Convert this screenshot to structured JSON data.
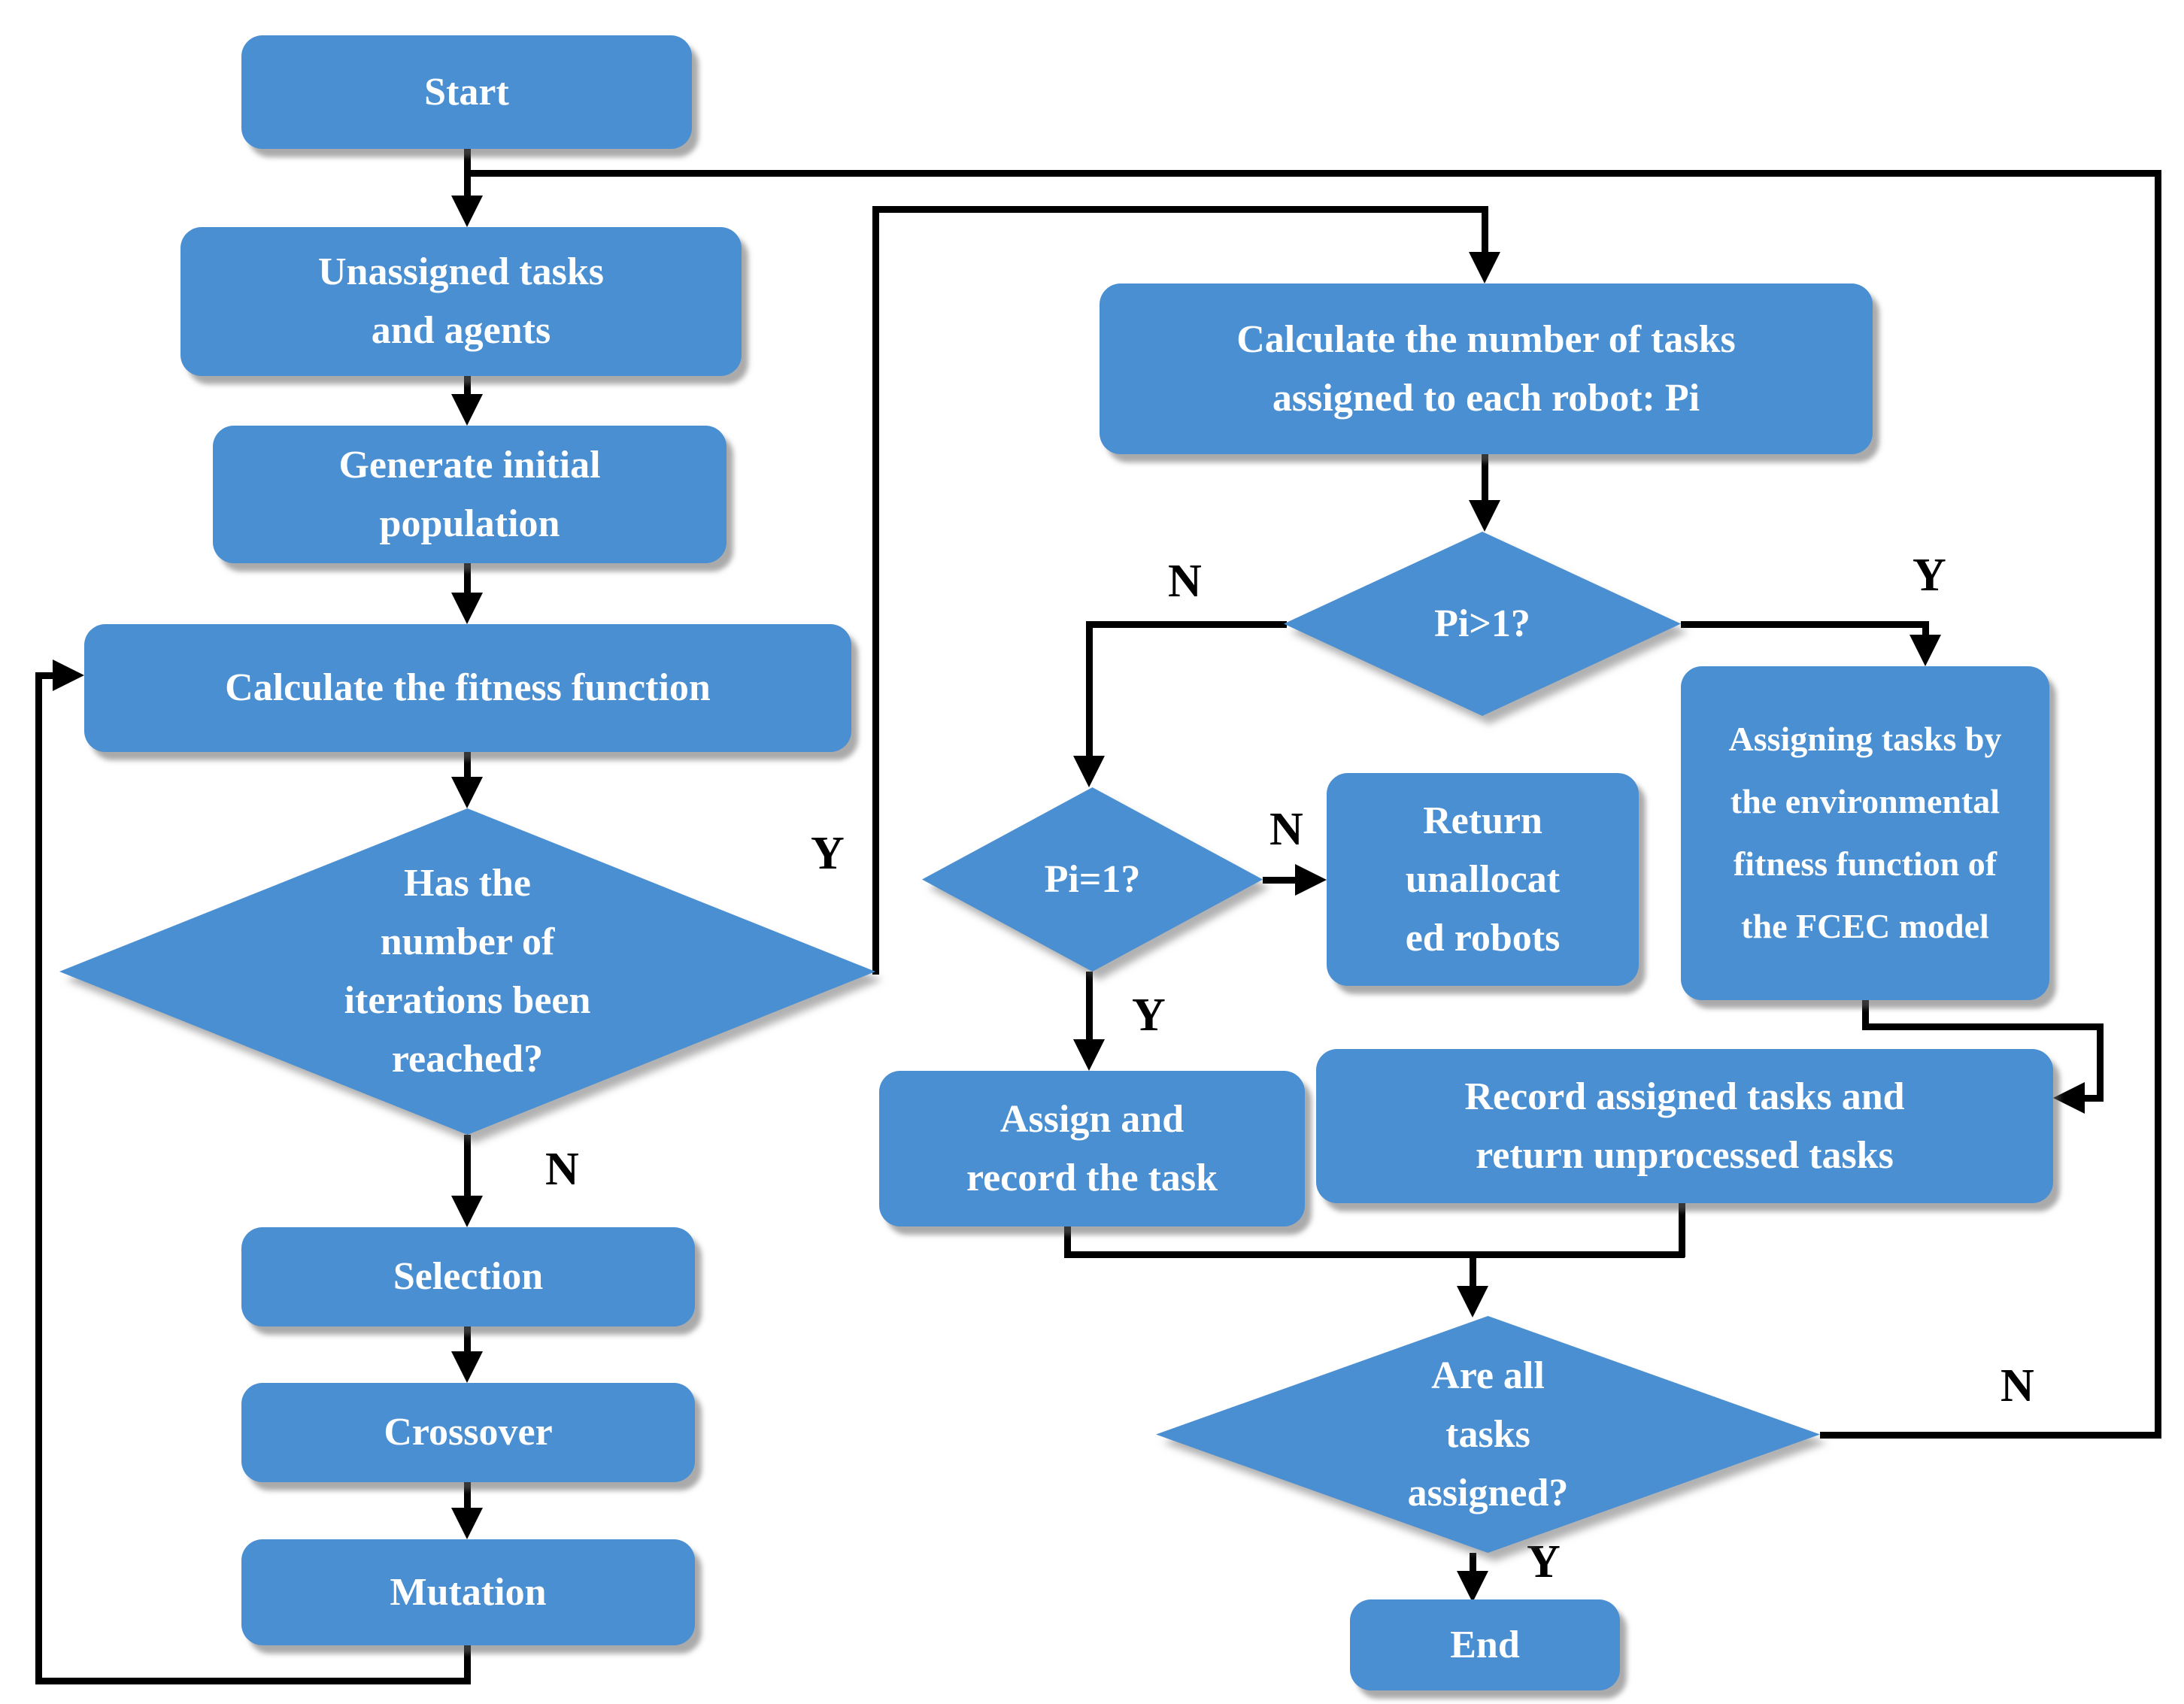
{
  "diagram": {
    "type": "flowchart",
    "colors": {
      "node_fill": "#4a8fd2",
      "node_text": "#ffffff",
      "connector": "#000000",
      "edge_label_text": "#000000",
      "background": "#ffffff"
    },
    "nodes": {
      "start": {
        "label": "Start",
        "shape": "rounded-rect"
      },
      "unassigned": {
        "label": "Unassigned tasks\nand agents",
        "shape": "rounded-rect"
      },
      "generate": {
        "label": "Generate initial\npopulation",
        "shape": "rounded-rect"
      },
      "calc_fitness": {
        "label": "Calculate the fitness function",
        "shape": "rounded-rect"
      },
      "iter_check": {
        "label": "Has the\nnumber of\niterations been\nreached?",
        "shape": "diamond"
      },
      "selection": {
        "label": "Selection",
        "shape": "rounded-rect"
      },
      "crossover": {
        "label": "Crossover",
        "shape": "rounded-rect"
      },
      "mutation": {
        "label": "Mutation",
        "shape": "rounded-rect"
      },
      "calc_tasks": {
        "label": "Calculate the number of tasks\nassigned to each robot: Pi",
        "shape": "rounded-rect"
      },
      "pi_gt1": {
        "label": "Pi>1?",
        "shape": "diamond"
      },
      "pi_eq1": {
        "label": "Pi=1?",
        "shape": "diamond"
      },
      "return_unallocated": {
        "label": "Return\nunallocat\ned robots",
        "shape": "rounded-rect"
      },
      "assigning_fcec": {
        "label": "Assigning tasks by\nthe environmental\nfitness function of\nthe FCEC model",
        "shape": "rounded-rect"
      },
      "assign_record": {
        "label": "Assign and\nrecord the task",
        "shape": "rounded-rect"
      },
      "record_assigned": {
        "label": "Record assigned tasks and\nreturn unprocessed tasks",
        "shape": "rounded-rect"
      },
      "all_assigned": {
        "label": "Are all\ntasks\nassigned?",
        "shape": "diamond"
      },
      "end": {
        "label": "End",
        "shape": "rounded-rect"
      }
    },
    "edge_labels": {
      "iter_no": "N",
      "iter_yes": "Y",
      "pi_gt1_no": "N",
      "pi_gt1_yes": "Y",
      "pi_eq1_no": "N",
      "pi_eq1_yes": "Y",
      "all_assigned_no": "N",
      "all_assigned_yes": "Y"
    },
    "edges": [
      {
        "from": "start",
        "to": "unassigned",
        "label": ""
      },
      {
        "from": "unassigned",
        "to": "generate",
        "label": ""
      },
      {
        "from": "generate",
        "to": "calc_fitness",
        "label": ""
      },
      {
        "from": "calc_fitness",
        "to": "iter_check",
        "label": ""
      },
      {
        "from": "iter_check",
        "to": "selection",
        "label": "N"
      },
      {
        "from": "iter_check",
        "to": "calc_tasks",
        "label": "Y"
      },
      {
        "from": "selection",
        "to": "crossover",
        "label": ""
      },
      {
        "from": "crossover",
        "to": "mutation",
        "label": ""
      },
      {
        "from": "mutation",
        "to": "calc_fitness",
        "label": ""
      },
      {
        "from": "calc_tasks",
        "to": "pi_gt1",
        "label": ""
      },
      {
        "from": "pi_gt1",
        "to": "pi_eq1",
        "label": "N"
      },
      {
        "from": "pi_gt1",
        "to": "assigning_fcec",
        "label": "Y"
      },
      {
        "from": "pi_eq1",
        "to": "return_unallocated",
        "label": "N"
      },
      {
        "from": "pi_eq1",
        "to": "assign_record",
        "label": "Y"
      },
      {
        "from": "assigning_fcec",
        "to": "record_assigned",
        "label": ""
      },
      {
        "from": "assign_record",
        "to": "all_assigned",
        "label": ""
      },
      {
        "from": "record_assigned",
        "to": "all_assigned",
        "label": ""
      },
      {
        "from": "all_assigned",
        "to": "end",
        "label": "Y"
      },
      {
        "from": "all_assigned",
        "to": "unassigned",
        "label": "N"
      }
    ]
  }
}
